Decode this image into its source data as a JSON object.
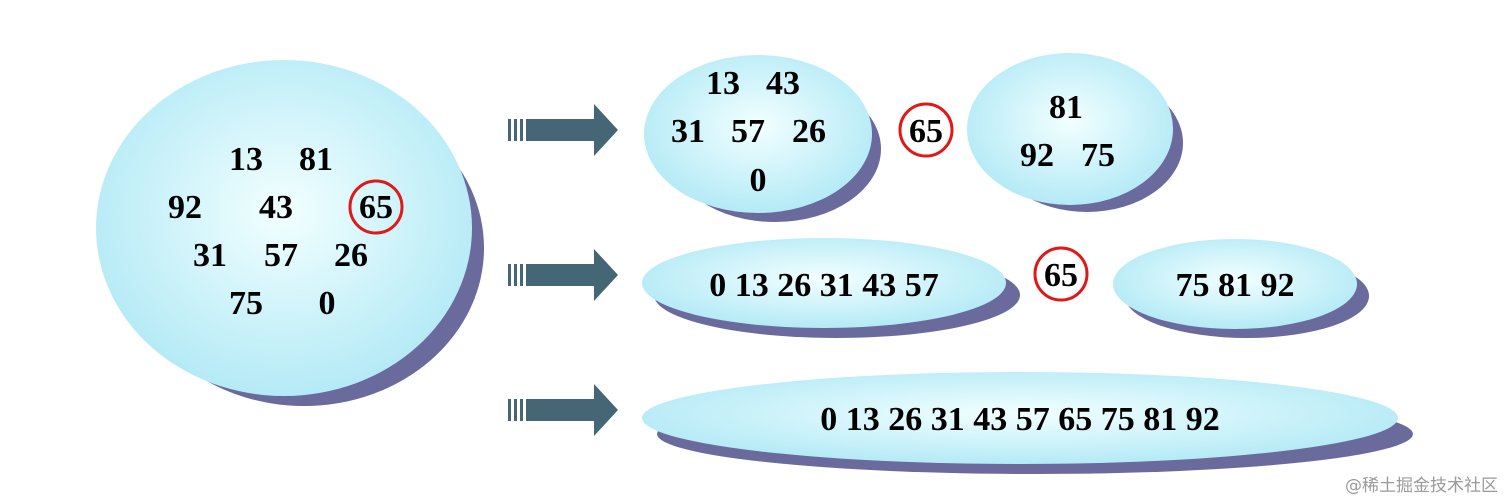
{
  "colors": {
    "ellipse_fill_center": "#f2ffff",
    "ellipse_fill_edge": "#b4eaf6",
    "shadow": "#6a6a9c",
    "arrow": "#456674",
    "pivot_circle": "#e01818",
    "text": "#000000"
  },
  "initial": {
    "rows": [
      [
        "13",
        "81"
      ],
      [
        "92",
        "43",
        "65"
      ],
      [
        "31",
        "57",
        "26"
      ],
      [
        "75",
        "0"
      ]
    ],
    "pivot": "65"
  },
  "step1": {
    "left_rows": [
      [
        "13",
        "43"
      ],
      [
        "31",
        "57",
        "26"
      ],
      [
        "0"
      ]
    ],
    "pivot": "65",
    "right_rows": [
      [
        "81"
      ],
      [
        "92",
        "75"
      ]
    ]
  },
  "step2": {
    "left": "0 13 26 31 43 57",
    "pivot": "65",
    "right": "75  81 92"
  },
  "step3": {
    "result": "0 13 26 31 43 57 65 75  81 92"
  },
  "watermark": "@稀土掘金技术社区"
}
